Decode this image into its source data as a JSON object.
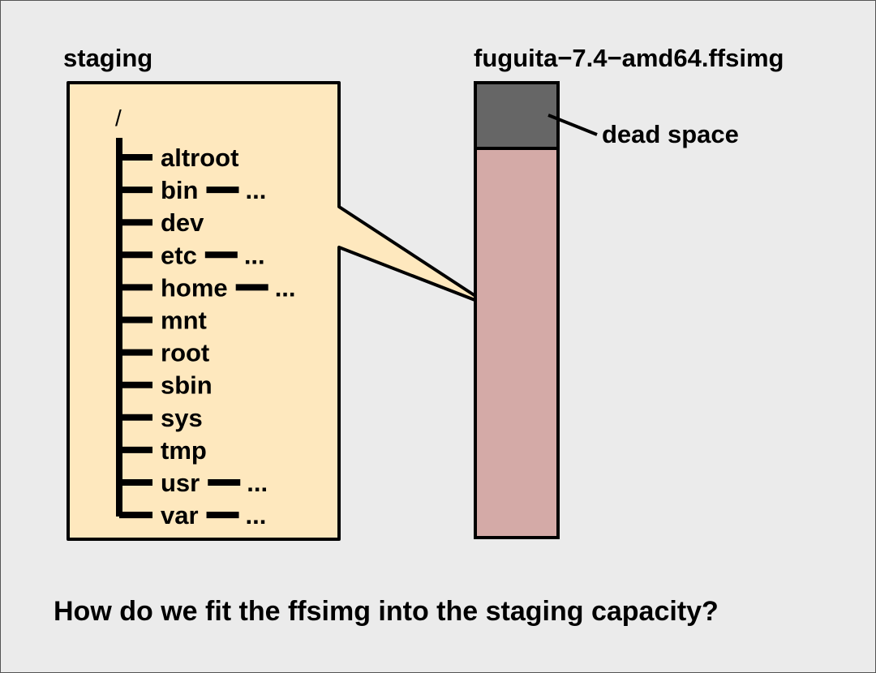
{
  "left_title": "staging",
  "right_title": "fuguita−7.4−amd64.ffsimg",
  "tree": {
    "root": "/",
    "items": [
      {
        "label": "altroot",
        "has_children": false
      },
      {
        "label": "bin",
        "has_children": true,
        "more": "..."
      },
      {
        "label": "dev",
        "has_children": false
      },
      {
        "label": "etc",
        "has_children": true,
        "more": "..."
      },
      {
        "label": "home",
        "has_children": true,
        "more": "..."
      },
      {
        "label": "mnt",
        "has_children": false
      },
      {
        "label": "root",
        "has_children": false
      },
      {
        "label": "sbin",
        "has_children": false
      },
      {
        "label": "sys",
        "has_children": false
      },
      {
        "label": "tmp",
        "has_children": false
      },
      {
        "label": "usr",
        "has_children": true,
        "more": "..."
      },
      {
        "label": "var",
        "has_children": true,
        "more": "..."
      }
    ]
  },
  "image_bar": {
    "dead_space_label": "dead space",
    "dead_space_color": "#666666",
    "used_color": "#d4aaa7"
  },
  "staging_color": "#fee8be",
  "question": "How do we fit the ffsimg into the staging capacity?"
}
